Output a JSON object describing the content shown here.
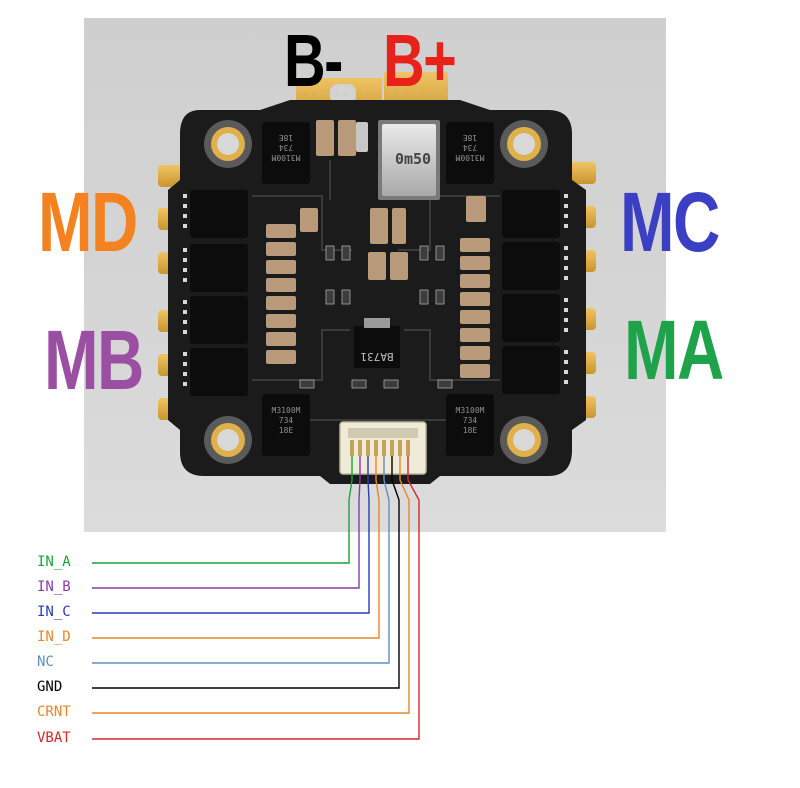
{
  "top_labels": {
    "b_minus": "B-",
    "b_plus": "B+"
  },
  "motor_labels": {
    "md": "MD",
    "mc": "MC",
    "mb": "MB",
    "ma": "MA"
  },
  "board_text": {
    "shunt": "0m50",
    "regulator": "BA731",
    "mosfet_model": "M3100M",
    "mosfet_code1": "734",
    "mosfet_code2": "18E"
  },
  "pins": [
    {
      "label": "IN_A",
      "color": "#1aa33a"
    },
    {
      "label": "IN_B",
      "color": "#8a3aa8"
    },
    {
      "label": "IN_C",
      "color": "#2a3ab8"
    },
    {
      "label": "IN_D",
      "color": "#e8862a"
    },
    {
      "label": "NC",
      "color": "#5f8fbf"
    },
    {
      "label": "GND",
      "color": "#000000"
    },
    {
      "label": "CRNT",
      "color": "#e8862a"
    },
    {
      "label": "VBAT",
      "color": "#d42828"
    }
  ],
  "colors": {
    "b_minus": "#000000",
    "b_plus": "#e8211b",
    "md": "#f58220",
    "mc": "#3b3fc4",
    "mb": "#9b4fa3",
    "ma": "#1fa34a",
    "pcb": "#1a1a1a",
    "pad": "#e2b14a"
  }
}
